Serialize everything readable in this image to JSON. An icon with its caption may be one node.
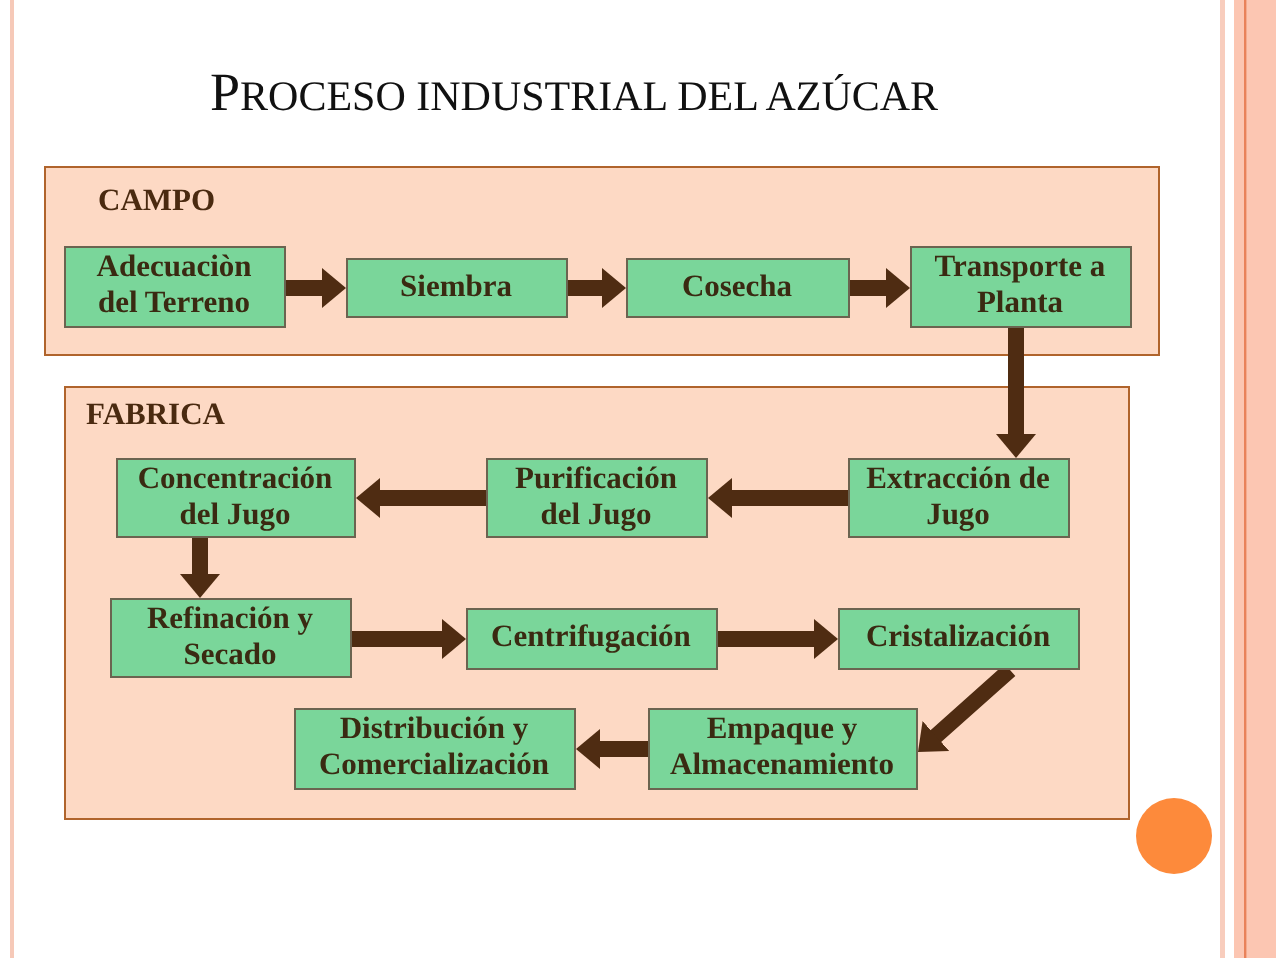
{
  "diagram": {
    "title": "PROCESO INDUSTRIAL DEL AZÚCAR",
    "nodes": [
      {
        "text": [
          "CAMPO"
        ]
      },
      {
        "text": [
          "Adecuaciòn del Terreno"
        ],
        "in": 0
      },
      {
        "text": [
          "Siembra"
        ],
        "in": 0
      },
      {
        "text": [
          "Cosecha"
        ],
        "in": 0
      },
      {
        "text": [
          "Transporte a Planta"
        ],
        "in": 0
      },
      {
        "text": [
          "FABRICA"
        ]
      },
      {
        "text": [
          "Concentración del Jugo"
        ],
        "in": 5
      },
      {
        "text": [
          "Purificación del Jugo"
        ],
        "in": 5
      },
      {
        "text": [
          "Extracción de Jugo"
        ],
        "in": 5
      },
      {
        "text": [
          "Refinación y Secado"
        ],
        "in": 5
      },
      {
        "text": [
          "Centrifugación"
        ],
        "in": 5
      },
      {
        "text": [
          "Cristalización"
        ],
        "in": 5
      },
      {
        "text": [
          "Distribución y Comercialización"
        ],
        "in": 5
      },
      {
        "text": [
          "Empaque y Almacenamiento"
        ],
        "in": 5
      }
    ],
    "edges": [
      {
        "from": 1,
        "to": 2,
        "arrow": "to"
      },
      {
        "from": 2,
        "to": 3,
        "arrow": "to"
      },
      {
        "from": 3,
        "to": 4,
        "arrow": "to"
      },
      {
        "from": 4,
        "to": 8,
        "arrow": "to"
      },
      {
        "from": 8,
        "to": 7,
        "arrow": "to"
      },
      {
        "from": 7,
        "to": 6,
        "arrow": "to"
      },
      {
        "from": 6,
        "to": 9,
        "arrow": "to"
      },
      {
        "from": 9,
        "to": 10,
        "arrow": "to"
      },
      {
        "from": 10,
        "to": 11,
        "arrow": "to"
      },
      {
        "from": 11,
        "to": 13,
        "arrow": "to"
      },
      {
        "from": 13,
        "to": 12,
        "arrow": "to"
      }
    ]
  }
}
